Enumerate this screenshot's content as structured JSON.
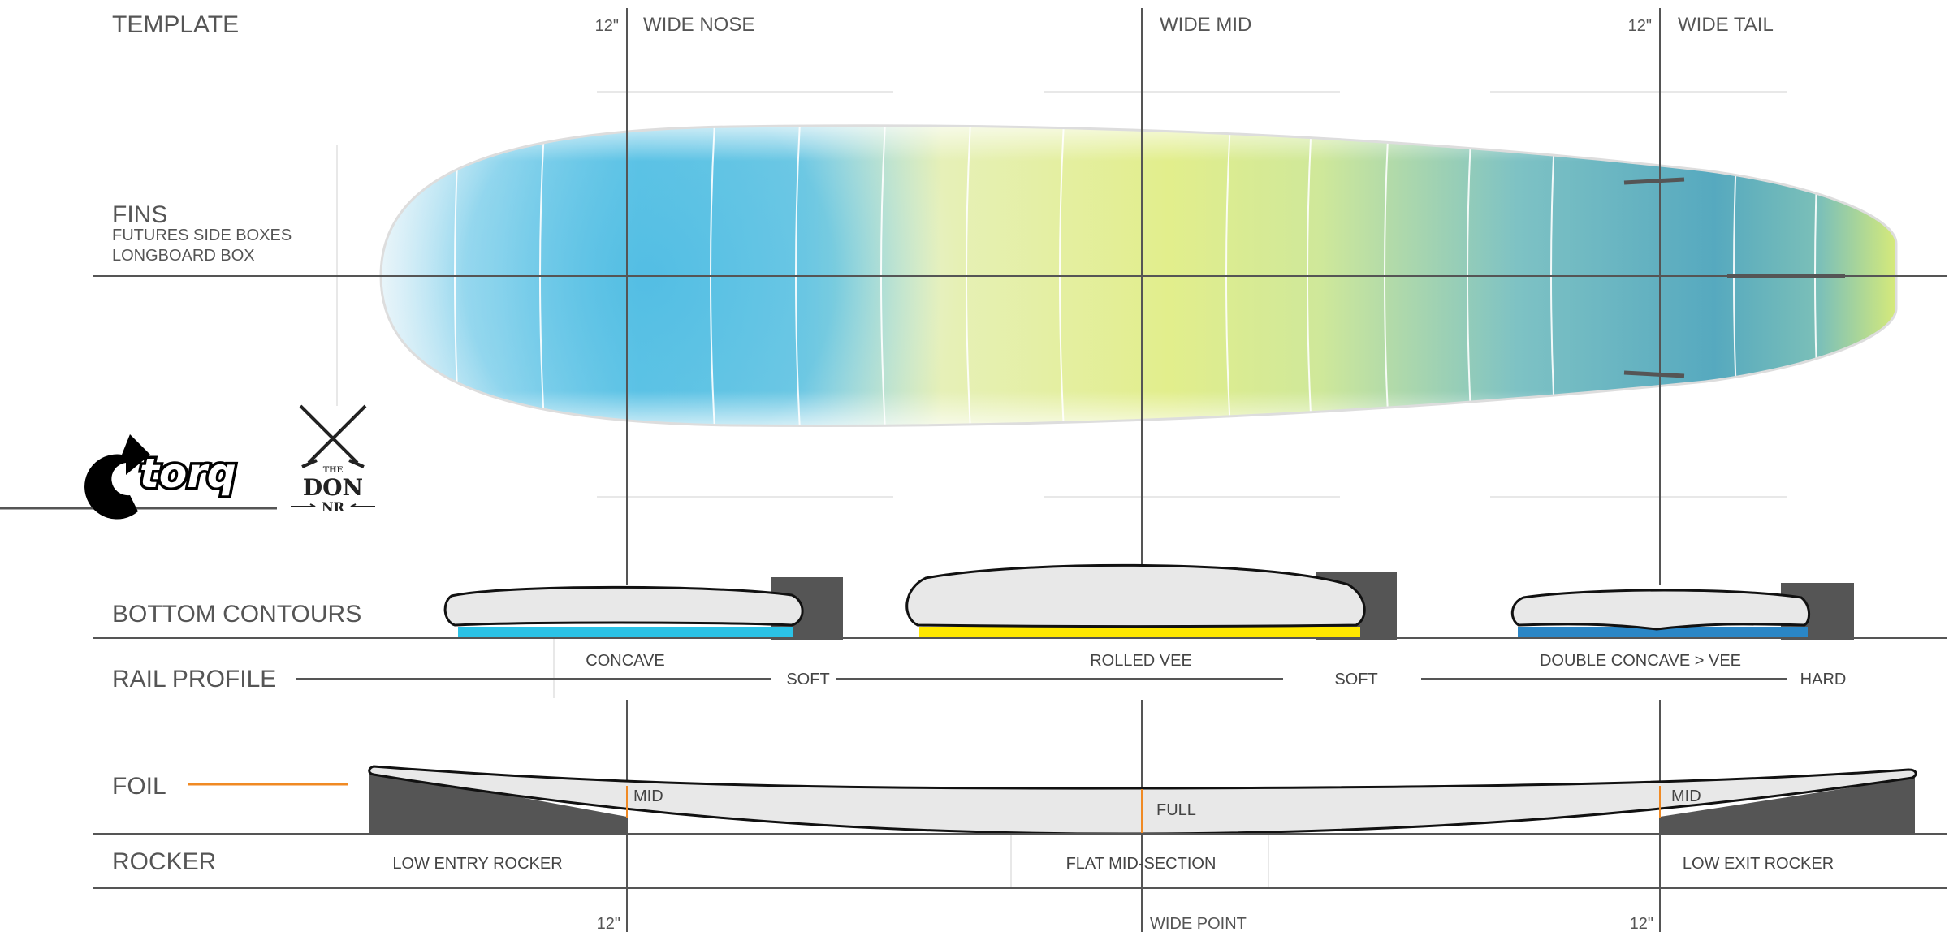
{
  "header": {
    "template": "TEMPLATE",
    "nose_measure": "12\"",
    "wide_nose": "WIDE NOSE",
    "wide_mid": "WIDE MID",
    "tail_measure": "12\"",
    "wide_tail": "WIDE TAIL"
  },
  "fins": {
    "title": "FINS",
    "lines": [
      "FUTURES SIDE BOXES",
      "LONGBOARD BOX"
    ]
  },
  "logos": {
    "brand": "torq",
    "model": [
      "THE",
      "DON",
      "NR"
    ]
  },
  "bottom_contours": {
    "title": "BOTTOM  CONTOURS",
    "sections": [
      "CONCAVE",
      "ROLLED VEE",
      "DOUBLE CONCAVE > VEE"
    ],
    "colors": [
      "#2bc2e6",
      "#ffe800",
      "#2a86c6"
    ]
  },
  "rail_profile": {
    "title": "RAIL PROFILE",
    "values": [
      "SOFT",
      "SOFT",
      "HARD"
    ]
  },
  "foil": {
    "title": "FOIL",
    "values": [
      "MID",
      "FULL",
      "MID"
    ],
    "accent": "#f08a24"
  },
  "rocker": {
    "title": "ROCKER",
    "values": [
      "LOW ENTRY ROCKER",
      "FLAT MID-SECTION",
      "LOW EXIT ROCKER"
    ]
  },
  "footer": {
    "nose_measure": "12\"",
    "wide_point": "WIDE POINT",
    "tail_measure": "12\""
  }
}
